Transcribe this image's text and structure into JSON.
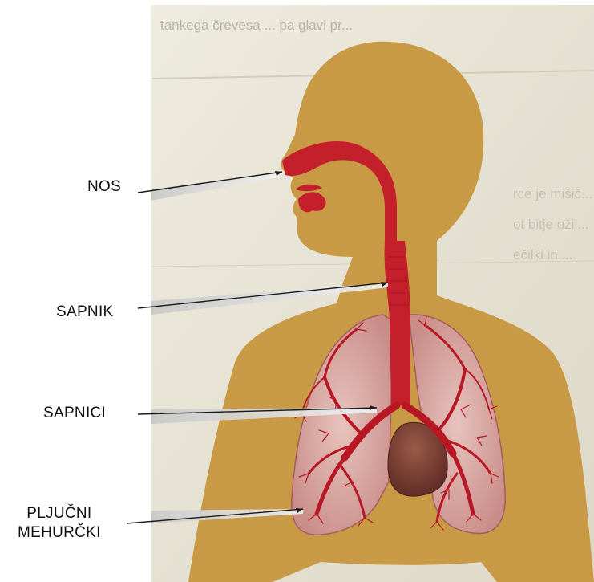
{
  "labels": {
    "nos": "NOS",
    "sapnik": "SAPNIK",
    "sapnici": "SAPNICI",
    "mehurcki_line1": "PLJUČNI",
    "mehurcki_line2": "MEHURČKI"
  },
  "background_text": [
    "tankega črevesa ... pa glavi pr...",
    "rce je mišič...",
    "ot bitje ožil...",
    "ečilki in ..."
  ],
  "colors": {
    "paper": "#e9e5d6",
    "body": "#c99a45",
    "airway": "#c4202c",
    "lung": "#d9a7a3",
    "heart": "#7a3a30",
    "pointer": "#1a1a1a"
  }
}
